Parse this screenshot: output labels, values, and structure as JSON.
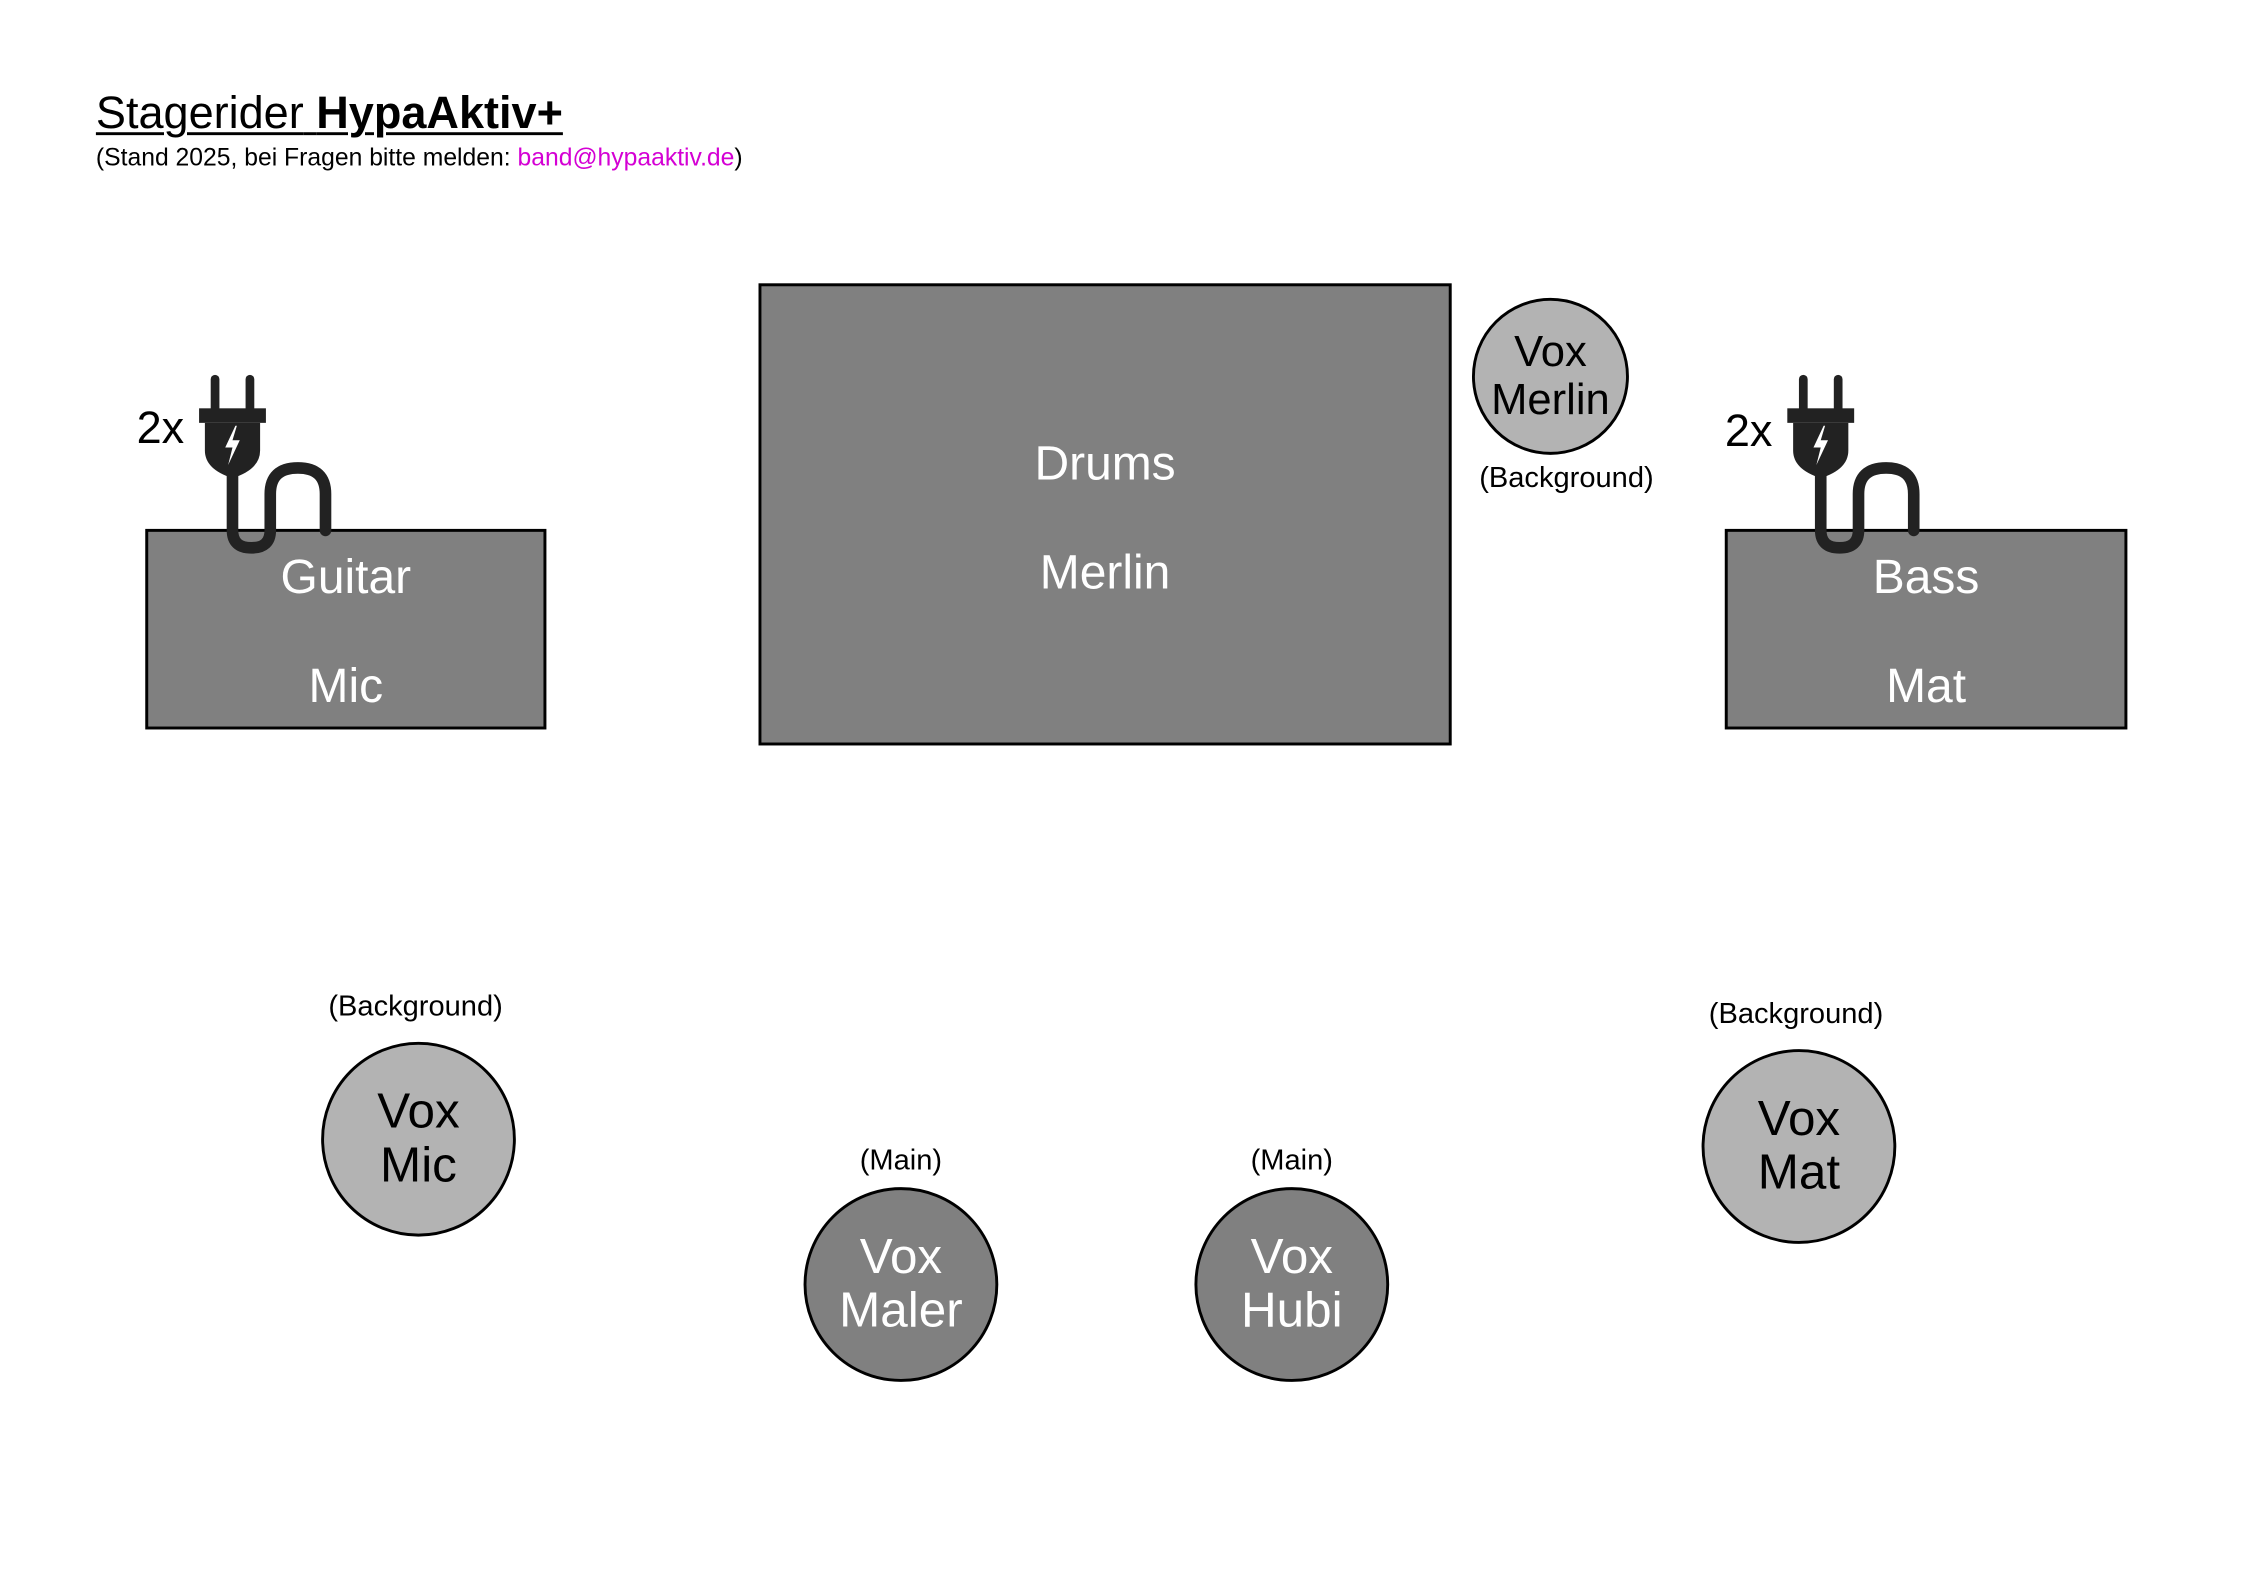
{
  "header": {
    "title_prefix": "Stagerider",
    "title_band": "HypaAktiv+",
    "subtitle_prefix": "(Stand 2025, bei Fragen bitte melden: ",
    "email": "band@hypaaktiv.de",
    "subtitle_suffix": ")"
  },
  "colors": {
    "email": "#d400d4",
    "instrument_fill": "#808080",
    "background_vox_fill": "#b3b3b3",
    "main_vox_fill": "#808080"
  },
  "amps": [
    {
      "instrument": "Guitar",
      "player": "Mic",
      "power": "2x",
      "icon": "power-plug-icon"
    },
    {
      "instrument": "Bass",
      "player": "Mat",
      "power": "2x",
      "icon": "power-plug-icon"
    }
  ],
  "drums": {
    "instrument": "Drums",
    "player": "Merlin"
  },
  "vocals": [
    {
      "line1": "Vox",
      "line2": "Merlin",
      "role": "(Background)"
    },
    {
      "line1": "Vox",
      "line2": "Mic",
      "role": "(Background)"
    },
    {
      "line1": "Vox",
      "line2": "Maler",
      "role": "(Main)"
    },
    {
      "line1": "Vox",
      "line2": "Hubi",
      "role": "(Main)"
    },
    {
      "line1": "Vox",
      "line2": "Mat",
      "role": "(Background)"
    }
  ]
}
